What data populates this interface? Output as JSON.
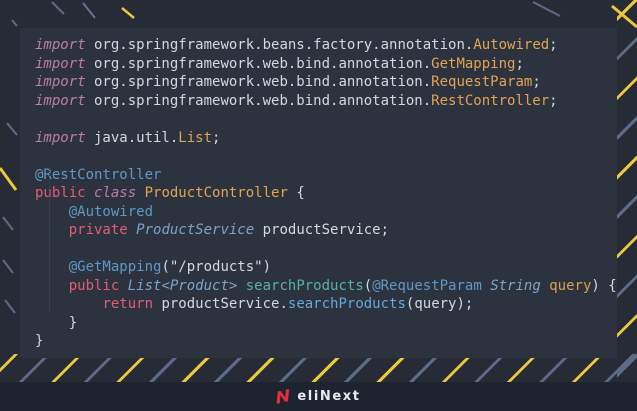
{
  "footer": {
    "brand": "eliNext"
  },
  "colors": {
    "panel_bg": "#2d333e",
    "outer_bg": "#262b36",
    "footer_bg": "#1e2330",
    "accent_yellow": "#e9c83e",
    "accent_slate": "#5c6b88",
    "brand_red": "#e62e3e",
    "keyword_pink": "#e25d75",
    "keyword_italic_mauve": "#bd7cab",
    "class_orange": "#e2a356",
    "annotation_blue": "#6197c7",
    "type_steel_blue": "#7ca3cc",
    "method_teal": "#58b2a2",
    "plain_text": "#d3d8e0"
  },
  "code": {
    "language": "java",
    "lines": [
      {
        "segments": [
          [
            "kwi",
            "import"
          ],
          [
            "pl",
            " org.springframework.beans.factory.annotation."
          ],
          [
            "cls",
            "Autowired"
          ],
          [
            "pl",
            ";"
          ]
        ]
      },
      {
        "segments": [
          [
            "kwi",
            "import"
          ],
          [
            "pl",
            " org.springframework.web.bind.annotation."
          ],
          [
            "cls",
            "GetMapping"
          ],
          [
            "pl",
            ";"
          ]
        ]
      },
      {
        "segments": [
          [
            "kwi",
            "import"
          ],
          [
            "pl",
            " org.springframework.web.bind.annotation."
          ],
          [
            "cls",
            "RequestParam"
          ],
          [
            "pl",
            ";"
          ]
        ]
      },
      {
        "segments": [
          [
            "kwi",
            "import"
          ],
          [
            "pl",
            " org.springframework.web.bind.annotation."
          ],
          [
            "cls",
            "RestController"
          ],
          [
            "pl",
            ";"
          ]
        ]
      },
      {
        "segments": []
      },
      {
        "segments": [
          [
            "kwi",
            "import"
          ],
          [
            "pl",
            " java.util."
          ],
          [
            "cls",
            "List"
          ],
          [
            "pl",
            ";"
          ]
        ]
      },
      {
        "segments": []
      },
      {
        "segments": [
          [
            "ann",
            "@RestController"
          ]
        ]
      },
      {
        "segments": [
          [
            "kw",
            "public "
          ],
          [
            "kwi",
            "class "
          ],
          [
            "cls",
            "ProductController"
          ],
          [
            "pl",
            " {"
          ]
        ]
      },
      {
        "segments": [
          [
            "pl",
            "    "
          ],
          [
            "ann",
            "@Autowired"
          ]
        ]
      },
      {
        "segments": [
          [
            "pl",
            "    "
          ],
          [
            "kw",
            "private "
          ],
          [
            "typ",
            "ProductService"
          ],
          [
            "pl",
            " productService;"
          ]
        ]
      },
      {
        "segments": []
      },
      {
        "segments": [
          [
            "pl",
            "    "
          ],
          [
            "ann",
            "@GetMapping"
          ],
          [
            "pl",
            "("
          ],
          [
            "str",
            "\"/products\""
          ],
          [
            "pl",
            ")"
          ]
        ]
      },
      {
        "segments": [
          [
            "pl",
            "    "
          ],
          [
            "kw",
            "public "
          ],
          [
            "typ",
            "List<Product>"
          ],
          [
            "pl",
            " "
          ],
          [
            "meth",
            "searchProducts"
          ],
          [
            "pl",
            "("
          ],
          [
            "ann",
            "@RequestParam "
          ],
          [
            "typ",
            "String "
          ],
          [
            "par",
            "query"
          ],
          [
            "pl",
            ") {"
          ]
        ]
      },
      {
        "segments": [
          [
            "pl",
            "        "
          ],
          [
            "kw",
            "return "
          ],
          [
            "pl",
            "productService."
          ],
          [
            "call",
            "searchProducts"
          ],
          [
            "pl",
            "(query);"
          ]
        ]
      },
      {
        "segments": [
          [
            "pl",
            "    }"
          ]
        ]
      },
      {
        "segments": [
          [
            "pl",
            "}"
          ]
        ]
      }
    ]
  }
}
